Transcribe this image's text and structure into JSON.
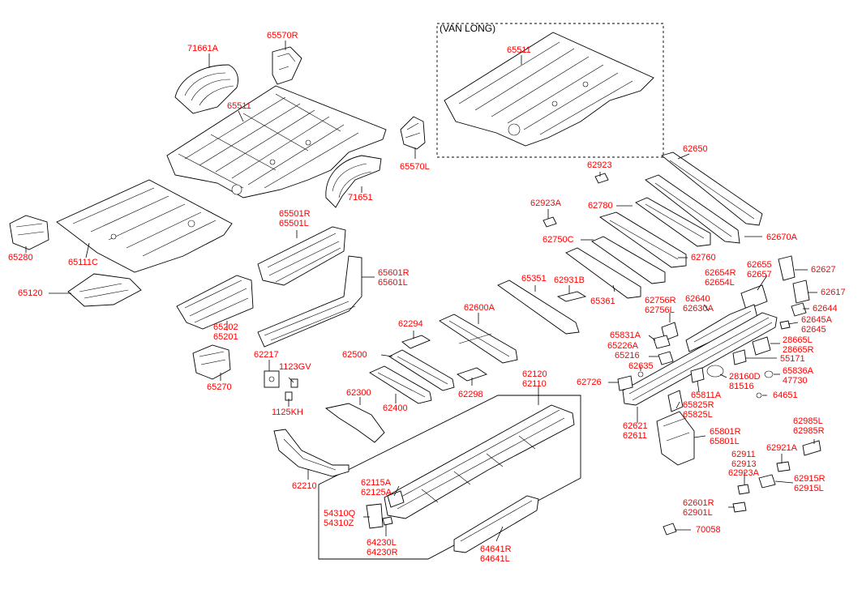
{
  "inset_title": "(VAN LONG)",
  "labels": {
    "p71661A": "71661A",
    "p65570R": "65570R",
    "p65511_van": "65511",
    "p65511": "65511",
    "p65570L": "65570L",
    "p71651": "71651",
    "p65280": "65280",
    "p65111C": "65111C",
    "p65120": "65120",
    "p65501R": "65501R",
    "p65501L": "65501L",
    "p65601R": "65601R",
    "p65601L": "65601L",
    "p65202": "65202",
    "p65201": "65201",
    "p65270": "65270",
    "p62217": "62217",
    "p1123GV": "1123GV",
    "p1125KH": "1125KH",
    "p62300": "62300",
    "p62210": "62210",
    "p62294": "62294",
    "p62500": "62500",
    "p62400": "62400",
    "p62298": "62298",
    "p62600A": "62600A",
    "p65351": "65351",
    "p62931B": "62931B",
    "p65361": "65361",
    "p62923": "62923",
    "p62923A_top": "62923A",
    "p62780": "62780",
    "p62750C": "62750C",
    "p62760": "62760",
    "p62650": "62650",
    "p62670A": "62670A",
    "p62655": "62655",
    "p62657": "62657",
    "p62654R": "62654R",
    "p62654L": "62654L",
    "p62627": "62627",
    "p62617": "62617",
    "p62644": "62644",
    "p62645A": "62645A",
    "p62645": "62645",
    "p62756R": "62756R",
    "p62756L": "62756L",
    "p62640": "62640",
    "p62630A": "62630A",
    "p65831A": "65831A",
    "p65226A": "65226A",
    "p65216": "65216",
    "p62635": "62635",
    "p28665L": "28665L",
    "p28665R": "28665R",
    "p55171": "55171",
    "p62726": "62726",
    "p28160D": "28160D",
    "p81516": "81516",
    "p65811A": "65811A",
    "p65836A": "65836A",
    "p47730": "47730",
    "p64651": "64651",
    "p65825R": "65825R",
    "p65825L": "65825L",
    "p62621": "62621",
    "p62611": "62611",
    "p65801R": "65801R",
    "p65801L": "65801L",
    "p62985L": "62985L",
    "p62985R": "62985R",
    "p62921A": "62921A",
    "p62911": "62911",
    "p62913": "62913",
    "p62923A_bot": "62923A",
    "p62915R": "62915R",
    "p62915L": "62915L",
    "p62601R": "62601R",
    "p62901L": "62901L",
    "p70058": "70058",
    "p62120": "62120",
    "p62110": "62110",
    "p62115A": "62115A",
    "p62125A": "62125A",
    "p54310Q": "54310Q",
    "p54310Z": "54310Z",
    "p64230L": "64230L",
    "p64230R": "64230R",
    "p64641R": "64641R",
    "p64641L": "64641L"
  },
  "colors": {
    "label": "#ff0000",
    "line": "#000000",
    "background": "#ffffff"
  }
}
